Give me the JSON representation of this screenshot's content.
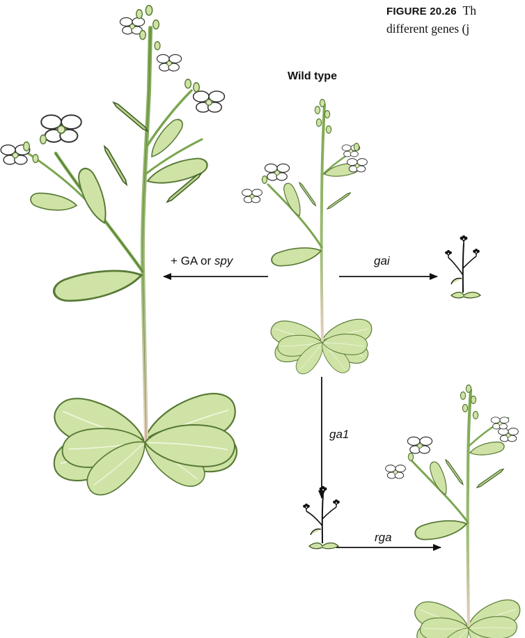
{
  "caption": {
    "figure_label": "FIGURE 20.26",
    "line1_rest": "Th",
    "line2": "different genes (j"
  },
  "title": "Wild type",
  "arrows": {
    "left": {
      "prefix": "+ GA or ",
      "gene": "spy"
    },
    "right": {
      "gene": "gai"
    },
    "down": {
      "gene": "ga1"
    },
    "bottom": {
      "gene": "rga"
    }
  },
  "colors": {
    "leaf_fill": "#cfe3a6",
    "leaf_stroke": "#587a36",
    "stem": "#7aa64e",
    "stem_base": "#e8cfc0",
    "petal": "#ffffff",
    "dwarf": "#111111",
    "arrow": "#111111"
  },
  "plants": [
    {
      "name": "giant-plant",
      "phenotype": "+ GA or spy"
    },
    {
      "name": "wild-type-plant",
      "phenotype": "Wild type"
    },
    {
      "name": "gai-dwarf-plant",
      "phenotype": "gai"
    },
    {
      "name": "ga1-dwarf-plant",
      "phenotype": "ga1"
    },
    {
      "name": "rga-plant",
      "phenotype": "rga"
    }
  ]
}
